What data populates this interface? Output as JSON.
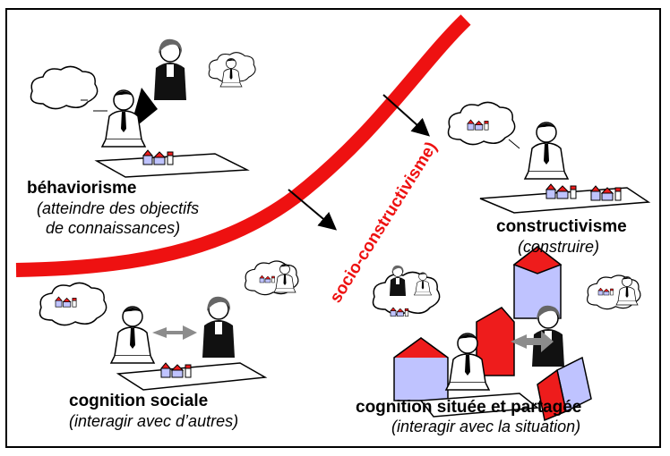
{
  "curve_label": "socio-constructivisme)",
  "quadrants": [
    {
      "id": "behaviorism",
      "title": "béhaviorisme",
      "subtitle_lines": [
        "(atteindre des objectifs",
        "de connaissances)"
      ]
    },
    {
      "id": "constructivism",
      "title": "constructivisme",
      "subtitle_lines": [
        "(construire)"
      ]
    },
    {
      "id": "social",
      "title": "cognition sociale",
      "subtitle_lines": [
        "(interagir avec d’autres)"
      ]
    },
    {
      "id": "situated",
      "title": "cognition située et partagée",
      "subtitle_lines": [
        "(interagir avec la situation)"
      ]
    }
  ],
  "colors": {
    "curve": "#ee1111",
    "arrow_gray": "#8c8c8c",
    "block_red": "#ee1c1c",
    "block_blue": "#bfc3ff",
    "ink": "#000000"
  }
}
